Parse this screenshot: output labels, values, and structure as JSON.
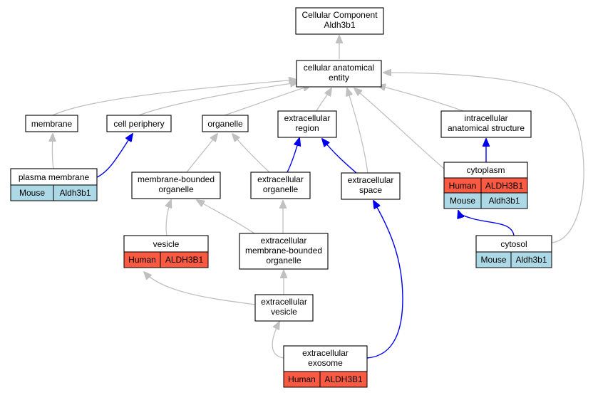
{
  "colors": {
    "human": "#fa5a42",
    "mouse": "#add8e6",
    "edge_is_a": "#c0c0c0",
    "edge_part_of": "#0000ee"
  },
  "nodes": {
    "root": {
      "lines": [
        "Cellular Component",
        "Aldh3b1"
      ]
    },
    "cae": {
      "lines": [
        "cellular anatomical",
        "entity"
      ]
    },
    "membrane": {
      "lines": [
        "membrane"
      ]
    },
    "cell_periphery": {
      "lines": [
        "cell periphery"
      ]
    },
    "organelle": {
      "lines": [
        "organelle"
      ]
    },
    "extracellular_region": {
      "lines": [
        "extracellular",
        "region"
      ]
    },
    "ias": {
      "lines": [
        "intracellular",
        "anatomical structure"
      ]
    },
    "plasma_membrane": {
      "lines": [
        "plasma membrane"
      ],
      "species": "Mouse",
      "gene": "Aldh3b1"
    },
    "mbo": {
      "lines": [
        "membrane-bounded",
        "organelle"
      ]
    },
    "ec_organelle": {
      "lines": [
        "extracellular",
        "organelle"
      ]
    },
    "ec_space": {
      "lines": [
        "extracellular",
        "space"
      ]
    },
    "cytoplasm": {
      "lines": [
        "cytoplasm"
      ],
      "rows": [
        {
          "species": "Human",
          "gene": "ALDH3B1"
        },
        {
          "species": "Mouse",
          "gene": "Aldh3b1"
        }
      ]
    },
    "vesicle": {
      "lines": [
        "vesicle"
      ],
      "species": "Human",
      "gene": "ALDH3B1"
    },
    "ec_mbo": {
      "lines": [
        "extracellular",
        "membrane-bounded",
        "organelle"
      ]
    },
    "cytosol": {
      "lines": [
        "cytosol"
      ],
      "species": "Mouse",
      "gene": "Aldh3b1"
    },
    "ec_vesicle": {
      "lines": [
        "extracellular",
        "vesicle"
      ]
    },
    "ec_exosome": {
      "lines": [
        "extracellular",
        "exosome"
      ],
      "species": "Human",
      "gene": "ALDH3B1"
    }
  }
}
